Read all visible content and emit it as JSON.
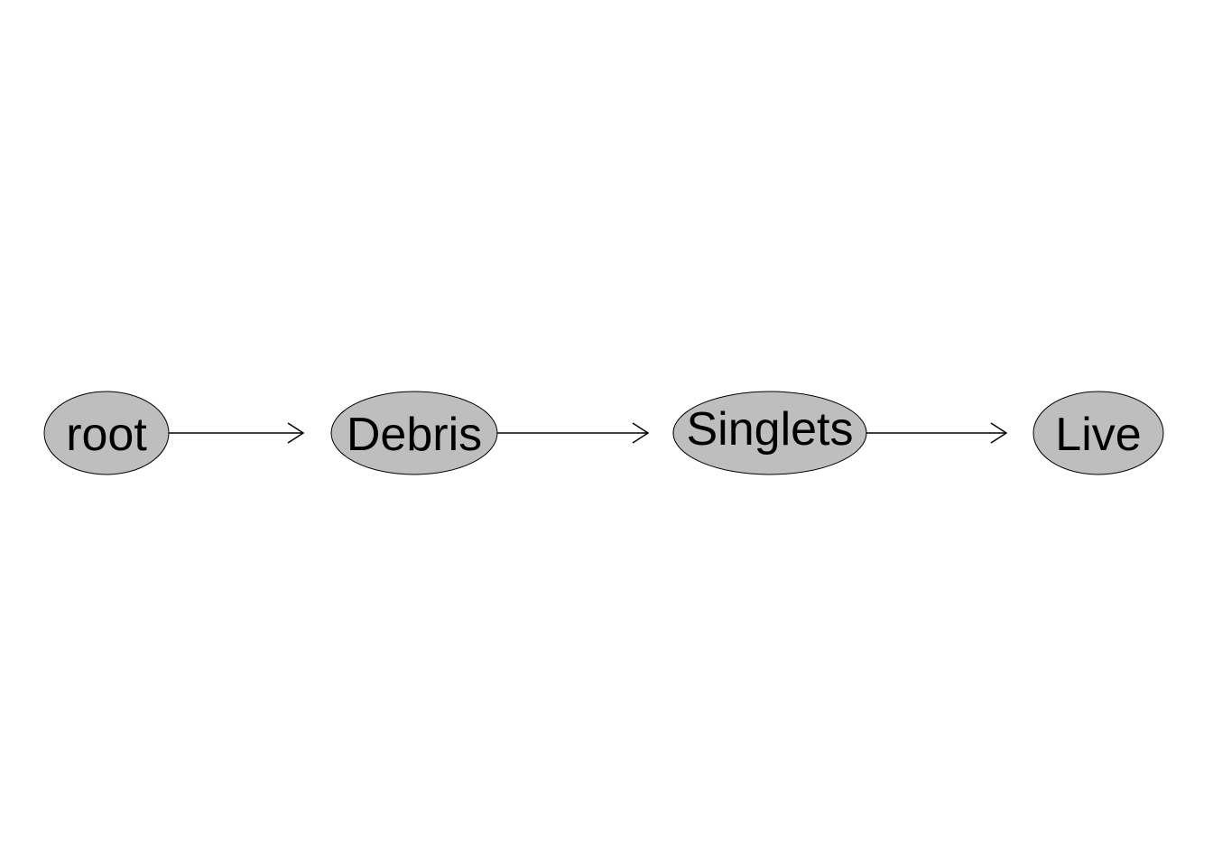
{
  "diagram": {
    "nodes": [
      {
        "id": "root",
        "label": "root"
      },
      {
        "id": "debris",
        "label": "Debris"
      },
      {
        "id": "singlets",
        "label": "Singlets"
      },
      {
        "id": "live",
        "label": "Live"
      }
    ],
    "edges": [
      {
        "from": "root",
        "to": "debris"
      },
      {
        "from": "debris",
        "to": "singlets"
      },
      {
        "from": "singlets",
        "to": "live"
      }
    ],
    "colors": {
      "node_fill": "#bebebe",
      "node_stroke": "#000000",
      "edge": "#000000",
      "background": "#ffffff"
    }
  }
}
